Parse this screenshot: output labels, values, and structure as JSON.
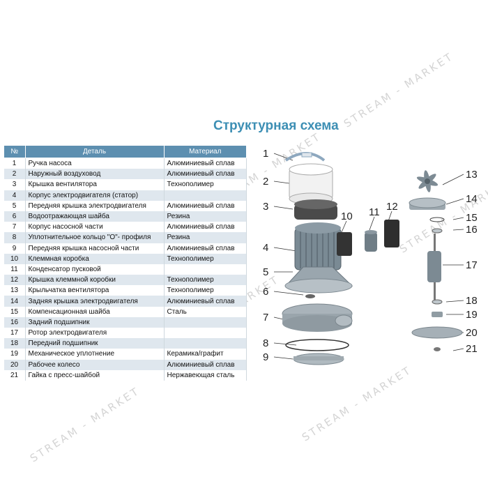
{
  "title": "Структурная схема",
  "watermark": "STREAM - MARKET",
  "table": {
    "headers": [
      "№",
      "Деталь",
      "Материал"
    ],
    "rows": [
      {
        "num": "1",
        "part": "Ручка насоса",
        "material": "Алюминиевый сплав"
      },
      {
        "num": "2",
        "part": "Наружный воздуховод",
        "material": "Алюминиевый сплав"
      },
      {
        "num": "3",
        "part": "Крышка вентилятора",
        "material": "Технополимер"
      },
      {
        "num": "4",
        "part": "Корпус электродвигателя (статор)",
        "material": ""
      },
      {
        "num": "5",
        "part": "Передняя крышка электродвигателя",
        "material": "Алюминиевый сплав"
      },
      {
        "num": "6",
        "part": "Водоотражающая шайба",
        "material": "Резина"
      },
      {
        "num": "7",
        "part": "Корпус насосной части",
        "material": "Алюминиевый сплав"
      },
      {
        "num": "8",
        "part": "Уплотнительное кольцо \"O\"- профиля",
        "material": "Резина"
      },
      {
        "num": "9",
        "part": "Передняя крышка насосной части",
        "material": "Алюминиевый сплав"
      },
      {
        "num": "10",
        "part": "Клеммная коробка",
        "material": "Технополимер"
      },
      {
        "num": "11",
        "part": "Конденсатор пусковой",
        "material": ""
      },
      {
        "num": "12",
        "part": "Крышка клеммной коробки",
        "material": "Технополимер"
      },
      {
        "num": "13",
        "part": "Крыльчатка вентилятора",
        "material": "Технополимер"
      },
      {
        "num": "14",
        "part": "Задняя крышка электродвигателя",
        "material": "Алюминиевый сплав"
      },
      {
        "num": "15",
        "part": "Компенсационная шайба",
        "material": "Сталь"
      },
      {
        "num": "16",
        "part": "Задний подшипник",
        "material": ""
      },
      {
        "num": "17",
        "part": "Ротор электродвигателя",
        "material": ""
      },
      {
        "num": "18",
        "part": "Передний подшипник",
        "material": ""
      },
      {
        "num": "19",
        "part": "Механическое уплотнение",
        "material": "Керамика/графит"
      },
      {
        "num": "20",
        "part": "Рабочее колесо",
        "material": "Алюминиевый сплав"
      },
      {
        "num": "21",
        "part": "Гайка с пресс-шайбой",
        "material": "Нержавеющая сталь"
      }
    ]
  },
  "diagram": {
    "callouts": [
      "1",
      "2",
      "3",
      "4",
      "5",
      "6",
      "7",
      "8",
      "9",
      "10",
      "11",
      "12",
      "13",
      "14",
      "15",
      "16",
      "17",
      "18",
      "19",
      "20",
      "21"
    ]
  }
}
